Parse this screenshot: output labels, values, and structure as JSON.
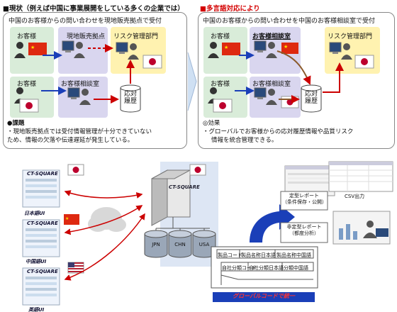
{
  "left_panel": {
    "heading": "■現状（例えば中国に事業展開をしている多くの企業では）",
    "subtitle": "中国のお客様からの問い合わせを現地販売拠点で受付",
    "row1": {
      "customer": "お客様",
      "office": "現地販売拠点",
      "dept": "リスク管理部門"
    },
    "row2": {
      "customer": "お客様",
      "office": "お客様相談室",
      "db": "応対\n履歴"
    },
    "issue_title": "●課題",
    "issue_lines": [
      "・現地販売拠点では受付情報管理が十分できていない",
      "ため、情報の欠落や伝達遅延が発生している。"
    ]
  },
  "right_panel": {
    "heading": "■多言語対応により",
    "subtitle": "中国のお客様からの問い合わせを中国のお客様相談室で受付",
    "row1": {
      "customer": "お客様",
      "office": "お客様相談室",
      "dept": "リスク管理部門"
    },
    "row2": {
      "customer": "お客様",
      "office": "お客様相談室",
      "db": "応対\n履歴"
    },
    "effect_title": "◎効果",
    "effect_lines": [
      "・グローバルでお客様からの応対履歴情報や品質リスク",
      "情報を統合管理できる。"
    ]
  },
  "bottom": {
    "clients": [
      {
        "brand": "CT-SQUARE",
        "caption": "日本語UI"
      },
      {
        "brand": "CT-SQUARE",
        "caption": "中国語UI"
      },
      {
        "brand": "CT-SQUARE",
        "caption": "英語UI"
      }
    ],
    "server_brand": "CT-SQUARE",
    "databases": [
      "JPN",
      "CHN",
      "USA"
    ],
    "csv_label": "CSV出力",
    "report1": "定型レポート\n（条件保存・公開）",
    "report2": "非定型レポート\n（都度分析）",
    "table_headers": [
      "製品コード",
      "製品名称日本語",
      "製品名称中国語"
    ],
    "table_row2": [
      "自社分類コード",
      "自社分類日本語",
      "分類中国語"
    ],
    "banner": "グローバルコードで統一"
  },
  "colors": {
    "header_red": "#d40000",
    "arrow_red": "#cc0000",
    "dept_band": "#fff2b0",
    "office_band": "#d9d6ef",
    "customer_band": "#d9ecd9",
    "blue_arrow": "#1a3fb8"
  }
}
